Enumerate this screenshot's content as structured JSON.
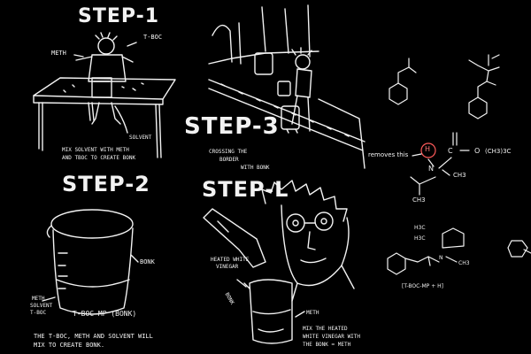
{
  "colors": {
    "background": "#000000",
    "ink": "#f2f2f2",
    "highlight": "#ff5a5a"
  },
  "steps": {
    "step1": {
      "title": "STEP-1",
      "label_meth": "METH",
      "label_tboc": "T-BOC",
      "label_solvent": "SOLVENT",
      "caption_line1": "MIX SOLVENT WITH METH",
      "caption_line2": "AND TBOC TO CREATE BONK"
    },
    "step2": {
      "title": "STEP-2",
      "label_bonk": "BONK",
      "label_meth": "METH",
      "label_solvent": "SOLVENT",
      "label_tboc": "T-BOC",
      "label_product": "T-BOC-MP (BONK)",
      "caption_line1": "THE T-BOC, METH AND SOLVENT WILL",
      "caption_line2": "MIX TO CREATE BONK."
    },
    "step3": {
      "title": "STEP-3",
      "caption_line1": "CROSSING THE",
      "caption_line2": "BORDER",
      "caption_line3": "WITH BONK"
    },
    "step4": {
      "title": "STEP-L",
      "label_heated_line1": "HEATED WHITE",
      "label_heated_line2": "VINEGAR",
      "label_bonk": "BONK",
      "label_meth": "METH",
      "caption_line1": "MIX THE HEATED",
      "caption_line2": "WHITE VINEGAR WITH",
      "caption_line3": "THE BONK = METH"
    }
  },
  "chemistry": {
    "removes_label": "removes this",
    "atom_h": "H",
    "atom_n": "N",
    "atom_c": "C",
    "atom_o": "O",
    "group_ch33c": "(CH3)3C",
    "group_ch3": "CH3",
    "group_ch3_right": "CH3",
    "group_h3c_top": "H3C",
    "group_h3c_mid": "H3C",
    "atom_n_lower": "N",
    "group_ch3_lower": "CH3",
    "product_label": "[T-BOC-MP + H]"
  }
}
